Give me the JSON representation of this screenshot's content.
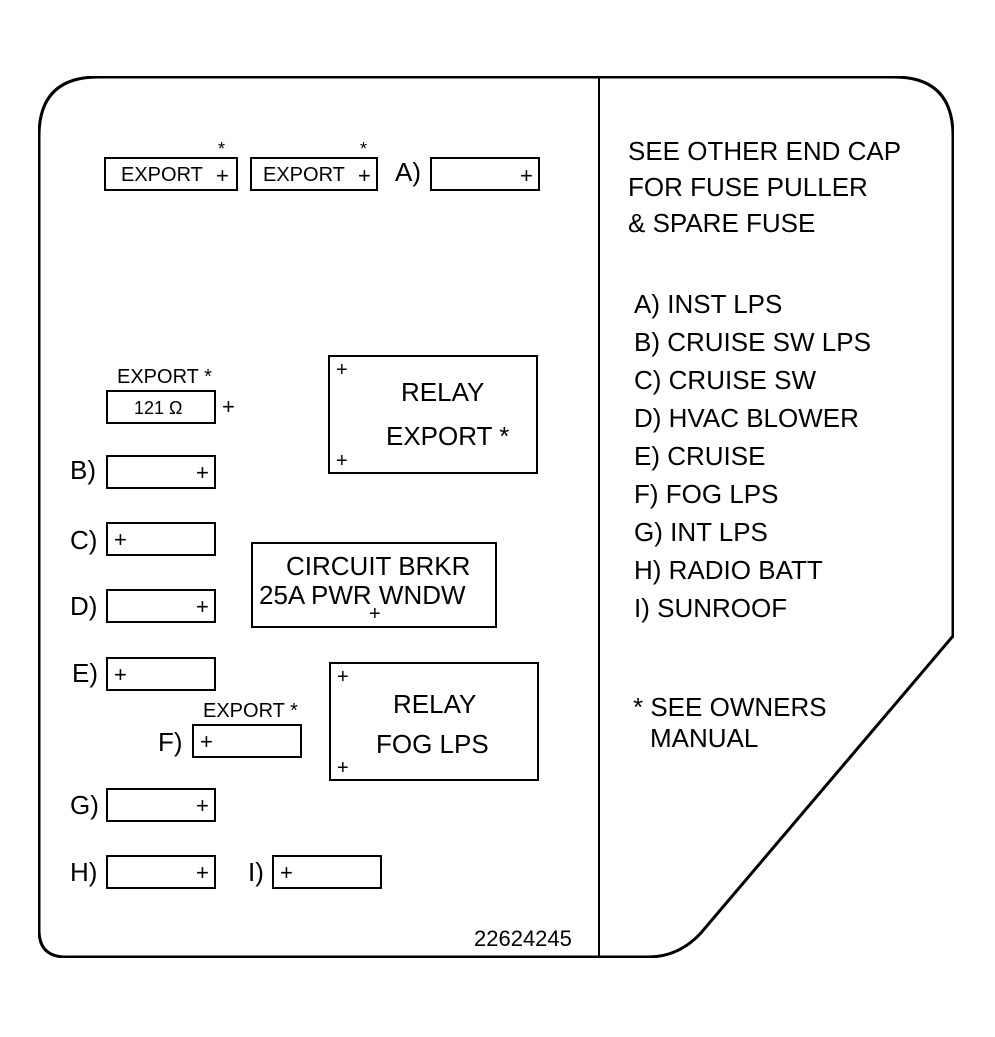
{
  "slots": {
    "export1": {
      "label": "EXPORT",
      "plus": "+",
      "star": "*"
    },
    "export2": {
      "label": "EXPORT",
      "plus": "+",
      "star": "*"
    },
    "a": {
      "letter": "A)",
      "plus": "+"
    },
    "resistor": {
      "header": "EXPORT *",
      "value": "121 Ω",
      "plus": "+"
    },
    "b": {
      "letter": "B)",
      "plus": "+"
    },
    "c": {
      "letter": "C)",
      "plus": "+"
    },
    "d": {
      "letter": "D)",
      "plus": "+"
    },
    "e": {
      "letter": "E)",
      "plus": "+"
    },
    "f": {
      "letter": "F)",
      "header": "EXPORT *",
      "plus": "+"
    },
    "g": {
      "letter": "G)",
      "plus": "+"
    },
    "h": {
      "letter": "H)",
      "plus": "+"
    },
    "i": {
      "letter": "I)",
      "plus": "+"
    }
  },
  "relay_export": {
    "line1": "RELAY",
    "line2": "EXPORT *",
    "plus_top": "+",
    "plus_bottom": "+"
  },
  "circuit_breaker": {
    "line1": "CIRCUIT BRKR",
    "line2": "25A PWR WNDW",
    "plus": "+"
  },
  "relay_fog": {
    "line1": "RELAY",
    "line2": "FOG LPS",
    "plus_top": "+",
    "plus_bottom": "+"
  },
  "part_number": "22624245",
  "notes": {
    "line1": "SEE OTHER END CAP",
    "line2": "FOR FUSE PULLER",
    "line3": "& SPARE FUSE"
  },
  "legend": [
    "A) INST LPS",
    "B) CRUISE SW LPS",
    "C) CRUISE SW",
    "D) HVAC BLOWER",
    "E) CRUISE",
    "F) FOG LPS",
    "G) INT LPS",
    "H) RADIO BATT",
    "I) SUNROOF"
  ],
  "footnote": {
    "line1": "* SEE OWNERS",
    "line2": "MANUAL"
  }
}
